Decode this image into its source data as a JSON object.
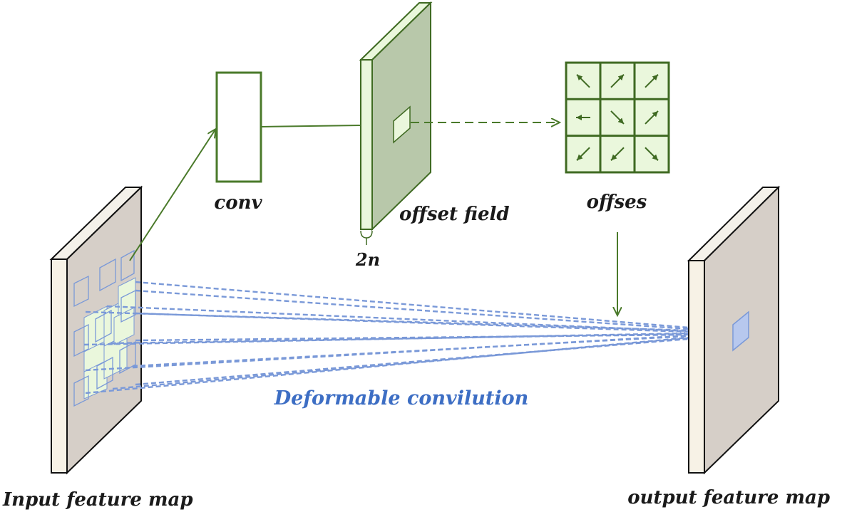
{
  "labels": {
    "conv": "conv",
    "offset_field": "offset field",
    "channels": "2n",
    "offsets": "offses",
    "deformable": "Deformable convilution",
    "input_map": "Input feature map",
    "output_map": "output feature map"
  },
  "colors": {
    "green_stroke": "#4a7a2a",
    "green_fill": "#eaf7dc",
    "offset_face": "#b8c8aa",
    "map_face": "#d6cfc8",
    "blue": "#7a99d8",
    "label_blue": "#3d6ec4"
  },
  "offset_grid": {
    "arrows": [
      "up-left",
      "up-right",
      "up-right",
      "left",
      "down-right",
      "up-right",
      "down-left",
      "down-left",
      "down-right"
    ]
  }
}
